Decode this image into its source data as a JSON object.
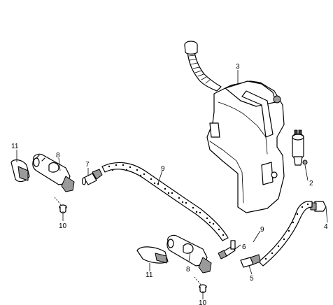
{
  "callouts": {
    "c3": "3",
    "c2": "2",
    "c4": "4",
    "c6": "6",
    "c5": "5",
    "c9_top": "9",
    "c9_right": "9",
    "c7": "7",
    "c8_upper": "8",
    "c8_lower": "8",
    "c11_upper": "11",
    "c11_lower": "11",
    "c10_upper": "10",
    "c10_lower": "10"
  }
}
